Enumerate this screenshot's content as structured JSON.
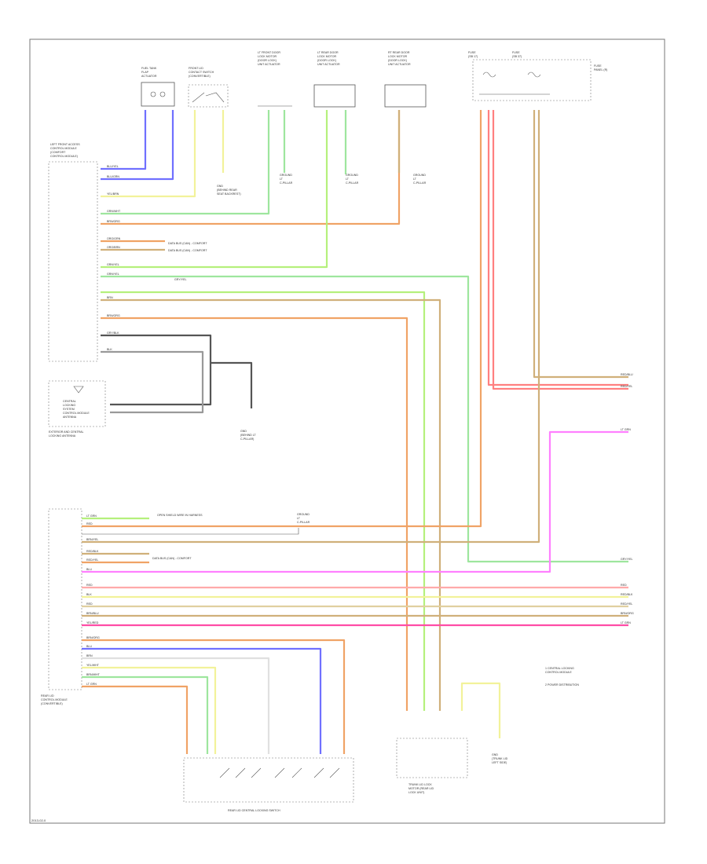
{
  "diagram": {
    "footer_code": "2013-02-0",
    "components": {
      "fuel_tank_flap_actuator": [
        "FUEL TANK",
        "FLAP",
        "ACTUATOR"
      ],
      "front_lid_contact_switch": [
        "FRONT LID",
        "CONTACT SWITCH",
        "(CONVERTIBLE)"
      ],
      "door_lock_lf": [
        "LT FRONT DOOR",
        "LOCK MOTOR",
        "(DOOR LOCK)",
        "UNIT ACTUATOR"
      ],
      "door_lock_lr": [
        "LT REAR DOOR",
        "LOCK MOTOR",
        "(DOOR LOCK)",
        "UNIT ACTUATOR"
      ],
      "door_lock_rr": [
        "RT REAR DOOR",
        "LOCK MOTOR",
        "(DOOR LOCK)",
        "UNIT ACTUATOR"
      ],
      "fuse_1": [
        "FUSE",
        "(SB 17)"
      ],
      "fuse_2": [
        "FUSE",
        "(SB 37)"
      ],
      "fuse_panel": [
        "FUSE",
        "PANEL (R)"
      ],
      "left_fwd_control_module": [
        "LEFT FRONT ACCESS",
        "CONTROL MODULE",
        "(COMFORT",
        "CONTROL MODULE)"
      ],
      "central_locking_unit": [
        "CENTRAL",
        "LOCKING",
        "SYSTEM",
        "CONTROL MODULE",
        "ANTENNA"
      ],
      "antenna_caption": [
        "EXTERIOR AND CENTRAL",
        "LOCKING ANTENNA"
      ],
      "rear_lid_module": [
        "REAR LID",
        "CONTROL MODULE",
        "(CONVERTIBLE)"
      ],
      "rear_lid_lock_switch": "REAR LID CENTRAL LOCKING SWITCH",
      "trunk_lid_lock": [
        "TRUNK LID LOCK",
        "MOTOR (REAR LID",
        "LOCK UNIT)"
      ]
    },
    "grounds": {
      "g1": [
        "GND",
        "(BEHIND REAR",
        "SEAT BACKREST)"
      ],
      "g2": [
        "GROUND",
        "LT",
        "C-PILLAR"
      ],
      "g3": [
        "GROUND",
        "LT",
        "C-PILLAR"
      ],
      "g4": [
        "GROUND",
        "LT",
        "C-PILLAR"
      ],
      "g5": [
        "GND",
        "(BEHIND LT",
        "C-PILLAR)"
      ],
      "g6": [
        "GROUND",
        "LT",
        "C-PILLAR"
      ],
      "g7": [
        "GND",
        "(TRUNK LID",
        "LEFT SIDE)"
      ]
    },
    "connector_notes": {
      "data_bus_1": "DATA BUS (CAN) - COMFORT",
      "data_bus_2": "DATA BUS (CAN) - COMFORT",
      "shield_note": "OPEN SHIELD WIRE IN HARNESS",
      "data_bus_3": "DATA BUS (CAN) - COMFORT"
    },
    "wire_labels": {
      "w1": "BLU/YEL",
      "w2": "BLU/GRN",
      "w3": "YEL/BRN",
      "w4": "GRN/WHT",
      "w5": "BRN/ORG",
      "w6": "ORG/GRN",
      "w7": "ORG/BRN",
      "w8": "GRN/YEL",
      "w9": "GRN/YEL",
      "w10": "BRN/ORG",
      "w11": "BRN",
      "w12": "GRY/BLK",
      "w13": "BLK",
      "w14": "RED/BLU",
      "w15": "RED/YEL",
      "w16": "LT GRN",
      "w17": "RED",
      "w18": "RED/BLK",
      "w19": "RED/YEL",
      "w20": "BRN/ORG",
      "w21": "LT GRN",
      "w22": "RED",
      "w23": "BLU",
      "w24": "BRN",
      "w25": "BRN/ORG",
      "w26": "YEL/WHT",
      "w27": "BRN/WHT",
      "w28": "BLU",
      "w29": "LT GRN",
      "w30": "GRY/YEL",
      "w31": "BRN/YEL",
      "w32": "RED/BLK",
      "w33": "RED/YEL",
      "w34": "LT GRN",
      "w35": "GRY/YEL",
      "w36": "RED",
      "w37": "BLK",
      "w38": "RED",
      "w39": "BRN/BLU",
      "w40": "YEL/RED"
    },
    "legend": {
      "item1": [
        "1   CENTRAL LOCKING",
        "    CONTROL MODULE"
      ],
      "item2": "2   POWER DISTRIBUTION"
    }
  },
  "colors": {
    "blue": "#7070ff",
    "yellow": "#f2f29a",
    "green": "#9ee69e",
    "orange": "#f0a366",
    "tan": "#d0b07a",
    "light_green": "#b5f07c",
    "red": "#ff8080",
    "pink": "#ff80ff",
    "dark_gray": "#555555",
    "gray": "#999999",
    "black": "#222222"
  }
}
